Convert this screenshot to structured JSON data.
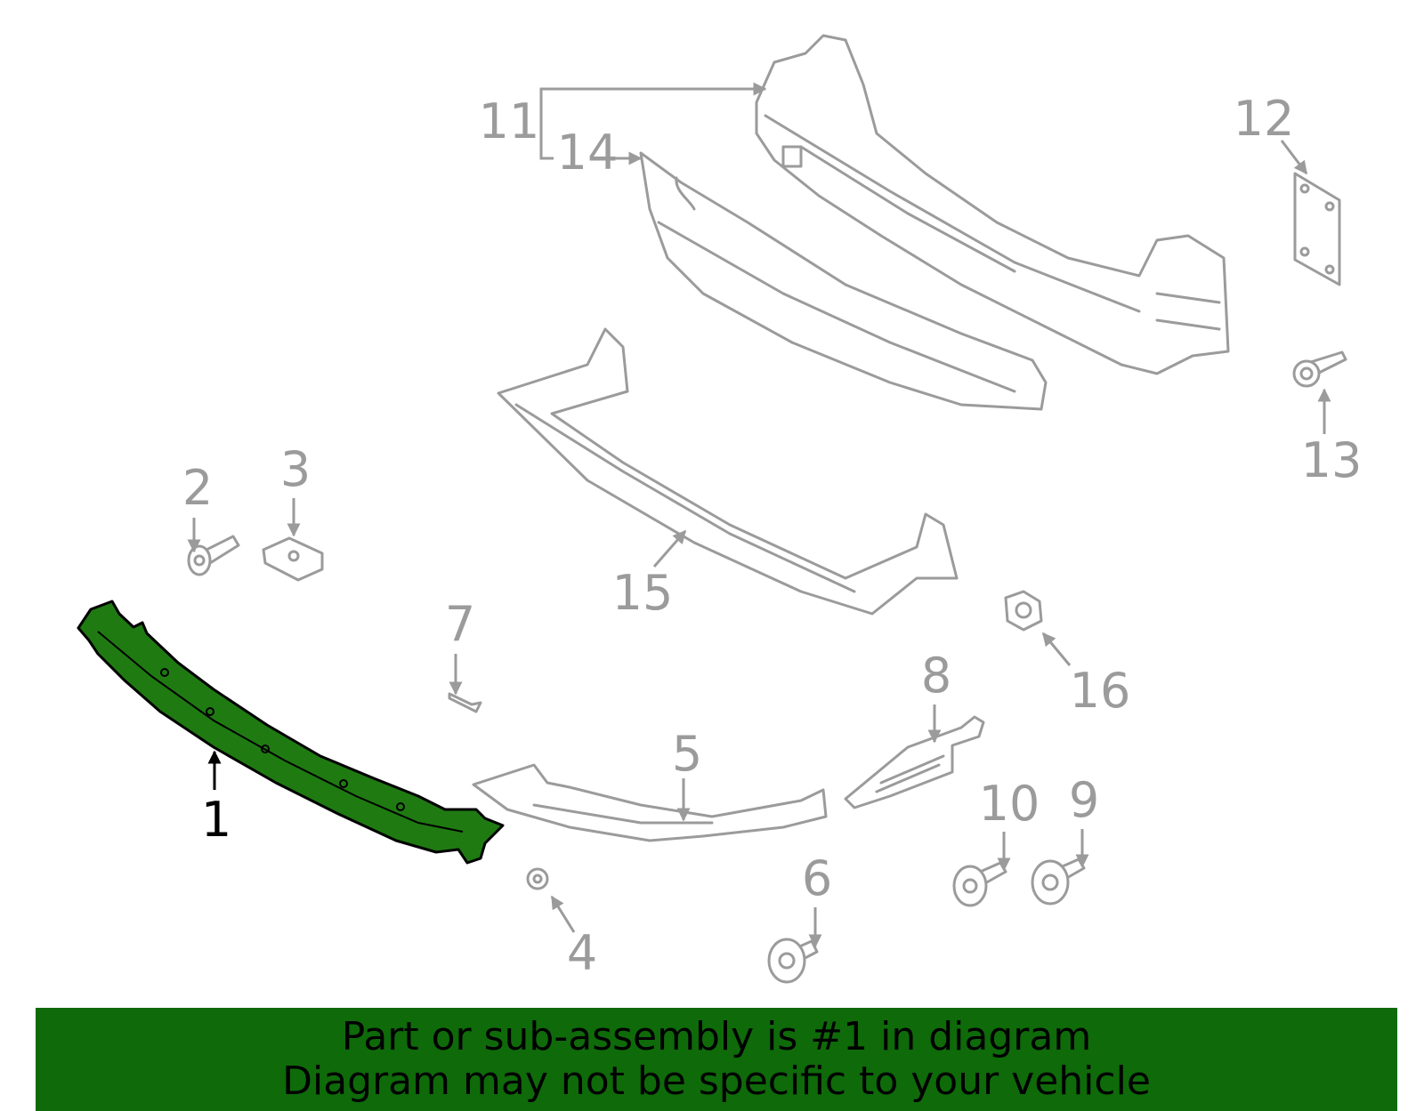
{
  "colors": {
    "part_outline": "#9b9b9b",
    "selected_part": "#1f7a12",
    "banner_bg": "#0f6a0a",
    "banner_text": "#000000"
  },
  "callouts": [
    {
      "id": "1",
      "label": "1",
      "selected": true
    },
    {
      "id": "2",
      "label": "2"
    },
    {
      "id": "3",
      "label": "3"
    },
    {
      "id": "4",
      "label": "4"
    },
    {
      "id": "5",
      "label": "5"
    },
    {
      "id": "6",
      "label": "6"
    },
    {
      "id": "7",
      "label": "7"
    },
    {
      "id": "8",
      "label": "8"
    },
    {
      "id": "9",
      "label": "9"
    },
    {
      "id": "10",
      "label": "10"
    },
    {
      "id": "11",
      "label": "11"
    },
    {
      "id": "12",
      "label": "12"
    },
    {
      "id": "13",
      "label": "13"
    },
    {
      "id": "14",
      "label": "14"
    },
    {
      "id": "15",
      "label": "15"
    },
    {
      "id": "16",
      "label": "16"
    }
  ],
  "banner": {
    "line1": "Part or sub-assembly is #1 in diagram",
    "line2": "Diagram may not be specific to your vehicle"
  }
}
